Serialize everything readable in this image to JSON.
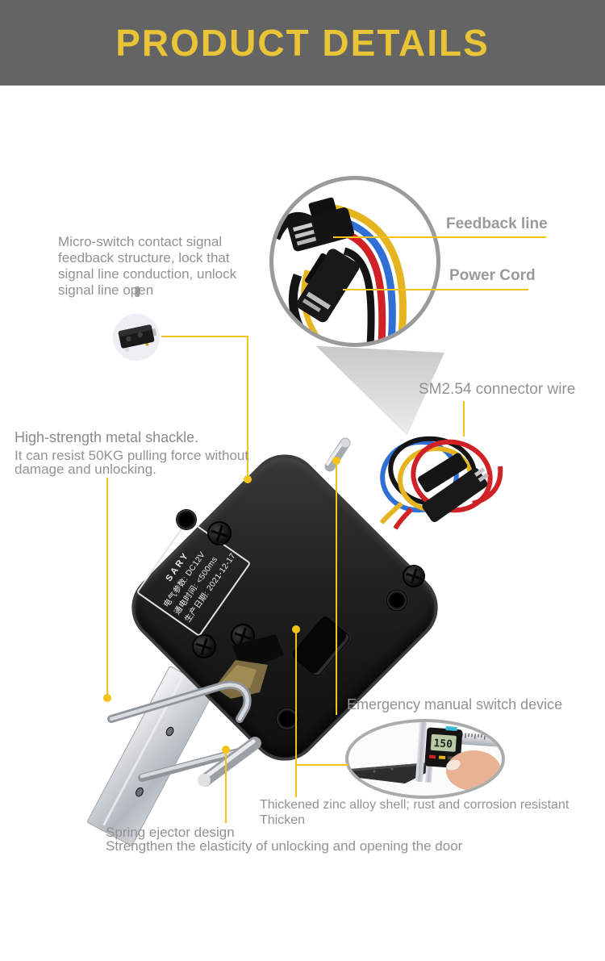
{
  "header": {
    "title": "PRODUCT DETAILS",
    "bg_color": "#646464",
    "text_color": "#e9c436"
  },
  "colors": {
    "accent_yellow": "#f2c318",
    "annotation_gray": "#929292",
    "header_gray": "#646464"
  },
  "annotations": {
    "micro_switch": {
      "line1": "Micro-switch contact signal",
      "line2": "feedback structure, lock that",
      "line3": "signal line conduction, unlock",
      "line4": "signal line open"
    },
    "feedback_line": {
      "label": "Feedback line"
    },
    "power_cord": {
      "label": "Power Cord"
    },
    "sm_connector": {
      "label": "SM2.54 connector wire"
    },
    "shackle": {
      "title": "High-strength metal shackle.",
      "line1": "It can resist 50KG pulling force without",
      "line2": "damage and unlocking."
    },
    "emergency": {
      "label": "Emergency manual switch device"
    },
    "zinc_shell": {
      "line1": "Thickened zinc alloy shell; rust and corrosion resistant",
      "line2": "Thicken"
    },
    "spring": {
      "line1": "Spring ejector design",
      "line2": "Strengthen the elasticity of unlocking and opening the door"
    }
  },
  "product_label": {
    "brand": "SARY",
    "row1": "电气参数: DC12V",
    "row2": "通电时间: <500ms",
    "row3": "生产日期: 2021-12-17"
  },
  "caliper_inset": {
    "lcd_value": "150"
  }
}
